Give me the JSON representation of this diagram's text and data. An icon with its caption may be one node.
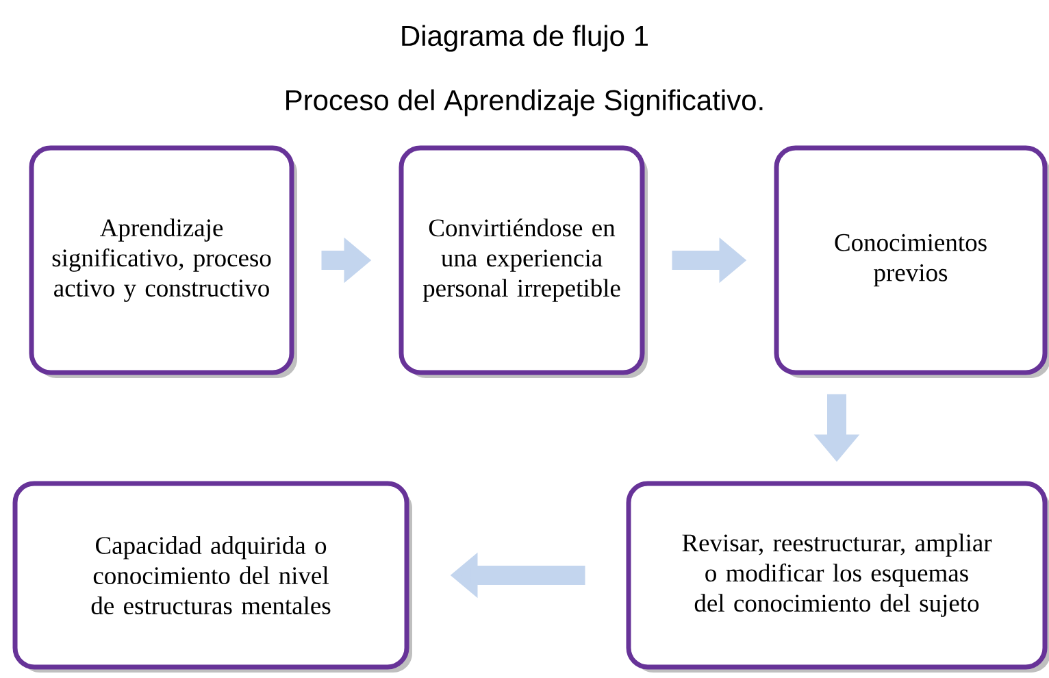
{
  "diagram": {
    "title": "Diagrama de flujo 1",
    "caption": "Proceso del Aprendizaje Significativo.",
    "nodes": [
      {
        "text": [
          "Aprendizaje significativo, proceso activo y constructivo"
        ]
      },
      {
        "text": [
          "Convirtiéndose en una experiencia personal irrepetible"
        ]
      },
      {
        "text": [
          "Conocimientos previos"
        ]
      },
      {
        "text": [
          "Revisar, reestructurar, ampliar o modificar los esquemas del conocimiento del sujeto"
        ]
      },
      {
        "text": [
          "Capacidad adquirida o conocimiento del nivel de estructuras mentales"
        ]
      }
    ],
    "edges": [
      {
        "from": 0,
        "to": 1,
        "arrow": "to"
      },
      {
        "from": 1,
        "to": 2,
        "arrow": "to"
      },
      {
        "from": 2,
        "to": 3,
        "arrow": "to"
      },
      {
        "from": 3,
        "to": 4,
        "arrow": "to"
      }
    ]
  }
}
